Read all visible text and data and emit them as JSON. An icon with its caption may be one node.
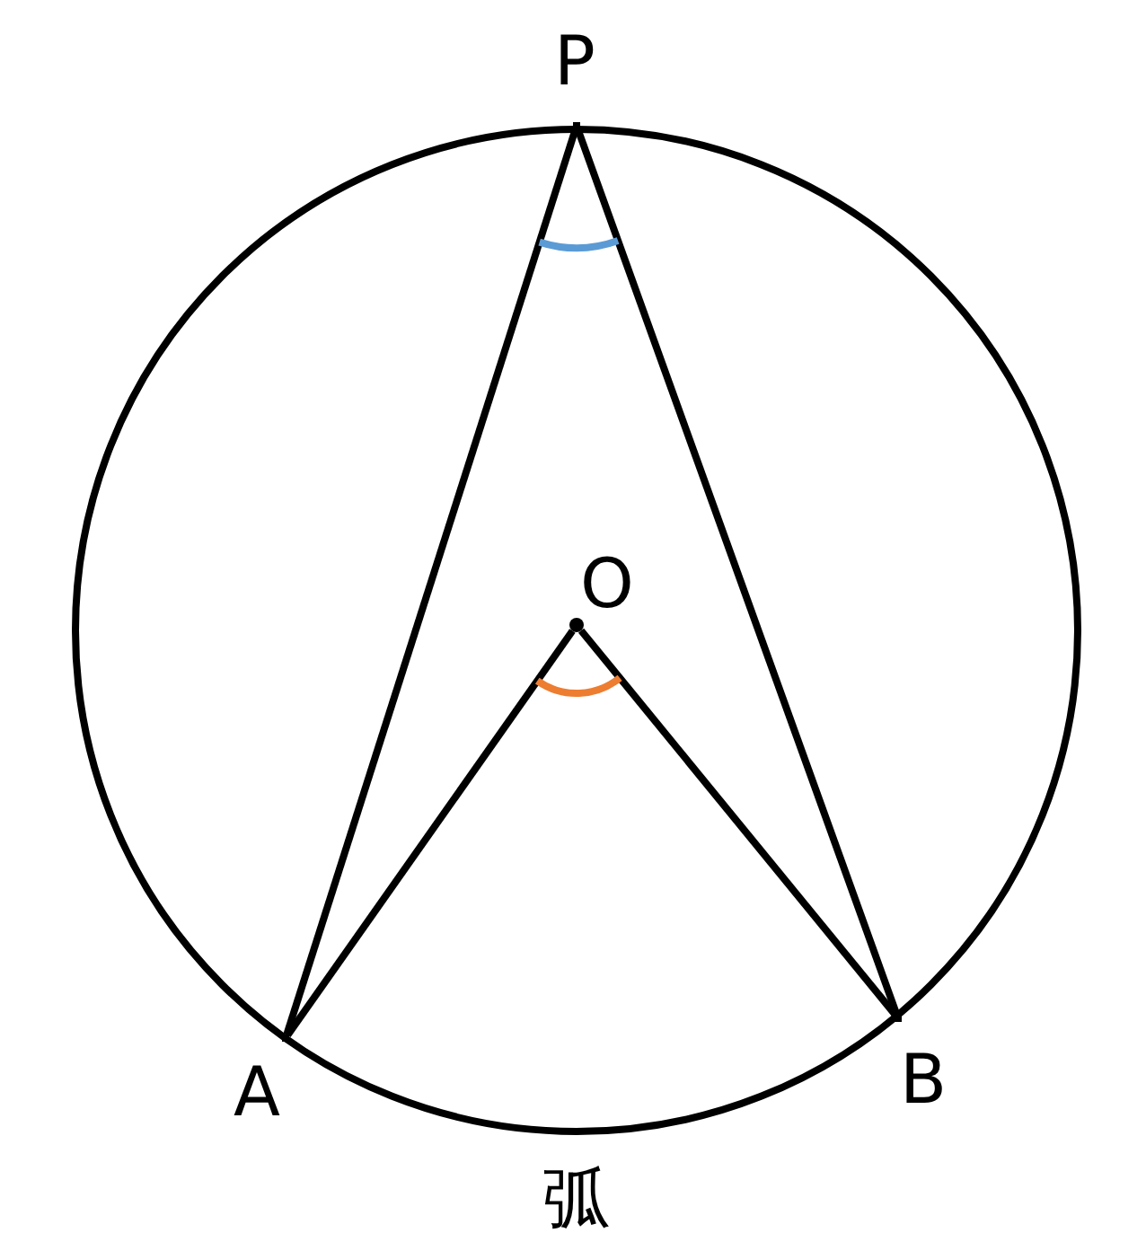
{
  "diagram": {
    "nodes": [
      {
        "text": [],
        "shape": "point",
        "beside": [
          "P"
        ]
      },
      {
        "text": [],
        "shape": "circle",
        "beside": [
          "O"
        ]
      },
      {
        "text": [],
        "shape": "point",
        "beside": [
          "A"
        ]
      },
      {
        "text": [],
        "shape": "point",
        "beside": [
          "B"
        ]
      }
    ],
    "edges": [
      {
        "from": 0,
        "to": 2,
        "arrow": "none"
      },
      {
        "from": 0,
        "to": 3,
        "arrow": "none"
      },
      {
        "from": 1,
        "to": 2,
        "arrow": "none"
      },
      {
        "from": 1,
        "to": 3,
        "arrow": "none"
      }
    ],
    "labels": [
      "弧"
    ]
  }
}
